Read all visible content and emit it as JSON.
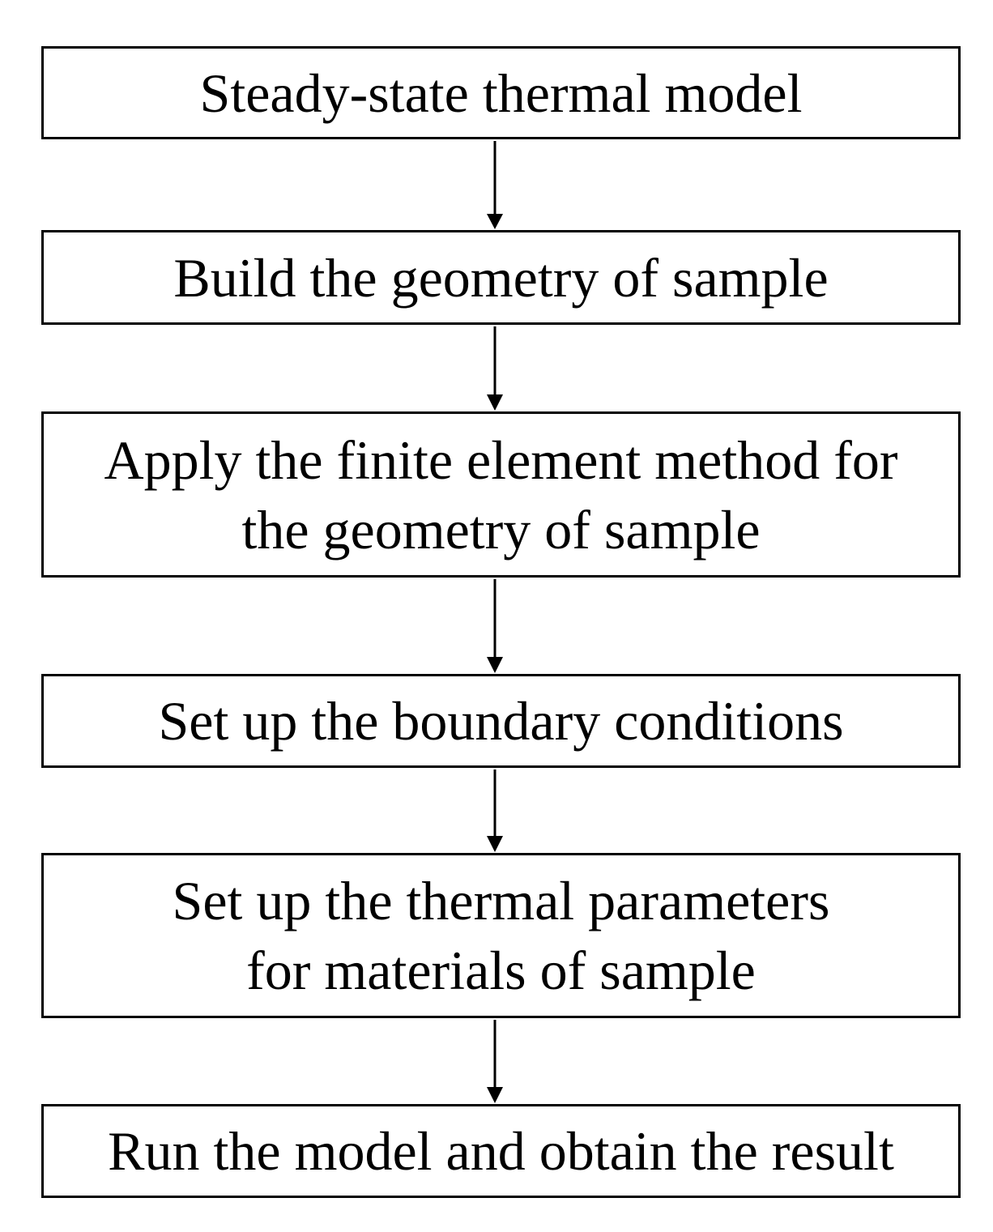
{
  "flowchart": {
    "steps": [
      {
        "label": "Steady-state thermal model"
      },
      {
        "label": "Build the geometry of sample"
      },
      {
        "label": "Apply the finite element method for\nthe geometry of sample"
      },
      {
        "label": "Set up the boundary conditions"
      },
      {
        "label": "Set up the thermal parameters\nfor materials of sample"
      },
      {
        "label": "Run the model and obtain the result"
      }
    ],
    "colors": {
      "stroke": "#000000",
      "background": "#ffffff"
    }
  }
}
